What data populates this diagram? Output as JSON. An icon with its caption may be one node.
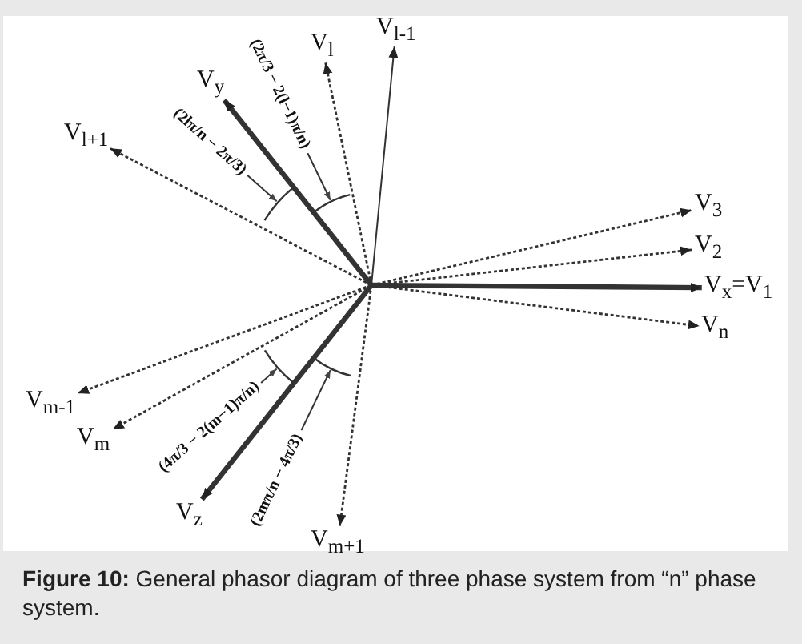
{
  "diagram": {
    "caption": "**Figure 10:** General phasor diagram of three phase system from “n” phase system.",
    "nodes": [
      {
        "text": [
          "V$_{l+1}$"
        ]
      },
      {
        "text": [
          "V$_{y}$"
        ]
      },
      {
        "text": [
          "V$_{l}$"
        ]
      },
      {
        "text": [
          "V$_{l-1}$"
        ]
      },
      {
        "text": [
          "V$_{3}$"
        ]
      },
      {
        "text": [
          "V$_{2}$"
        ]
      },
      {
        "text": [
          "V$_{x}$=V$_{1}$"
        ]
      },
      {
        "text": [
          "V$_{n}$"
        ]
      },
      {
        "text": [
          "V$_{m-1}$"
        ]
      },
      {
        "text": [
          "V$_{m}$"
        ]
      },
      {
        "text": [
          "V$_{z}$"
        ]
      },
      {
        "text": [
          "V$_{m+1}$"
        ]
      },
      {
        "text": [
          "(2lπ/n − 2π/3)"
        ]
      },
      {
        "text": [
          "(2π/3 − 2(l−1)π/n)"
        ]
      },
      {
        "text": [
          "(4π/3 − 2(m−1)π/n)"
        ]
      },
      {
        "text": [
          "(2mπ/n − 4π/3)"
        ]
      },
      {
        "text": [],
        "shape": "arc"
      },
      {
        "text": [],
        "shape": "arc"
      },
      {
        "text": [],
        "shape": "arc"
      },
      {
        "text": [],
        "shape": "arc"
      }
    ],
    "edges": [
      {
        "from": null,
        "to": 0,
        "arrow": "to",
        "style": "dashed"
      },
      {
        "from": null,
        "to": 1,
        "arrow": "to",
        "style": "thick"
      },
      {
        "from": null,
        "to": 2,
        "arrow": "to",
        "style": "dashed"
      },
      {
        "from": null,
        "to": 3,
        "arrow": "to"
      },
      {
        "from": null,
        "to": 4,
        "arrow": "to",
        "style": "dashed"
      },
      {
        "from": null,
        "to": 5,
        "arrow": "to",
        "style": "dashed"
      },
      {
        "from": null,
        "to": 6,
        "arrow": "to",
        "style": "thick"
      },
      {
        "from": null,
        "to": 7,
        "arrow": "to",
        "style": "dashed"
      },
      {
        "from": null,
        "to": 8,
        "arrow": "to",
        "style": "dashed"
      },
      {
        "from": null,
        "to": 9,
        "arrow": "to",
        "style": "dashed"
      },
      {
        "from": null,
        "to": 10,
        "arrow": "to",
        "style": "thick"
      },
      {
        "from": null,
        "to": 11,
        "arrow": "to",
        "style": "dashed"
      },
      {
        "from": 12,
        "to": 16,
        "arrow": "to"
      },
      {
        "from": 13,
        "to": 17,
        "arrow": "to"
      },
      {
        "from": 14,
        "to": 18,
        "arrow": "to"
      },
      {
        "from": 15,
        "to": 19,
        "arrow": "to"
      }
    ]
  }
}
